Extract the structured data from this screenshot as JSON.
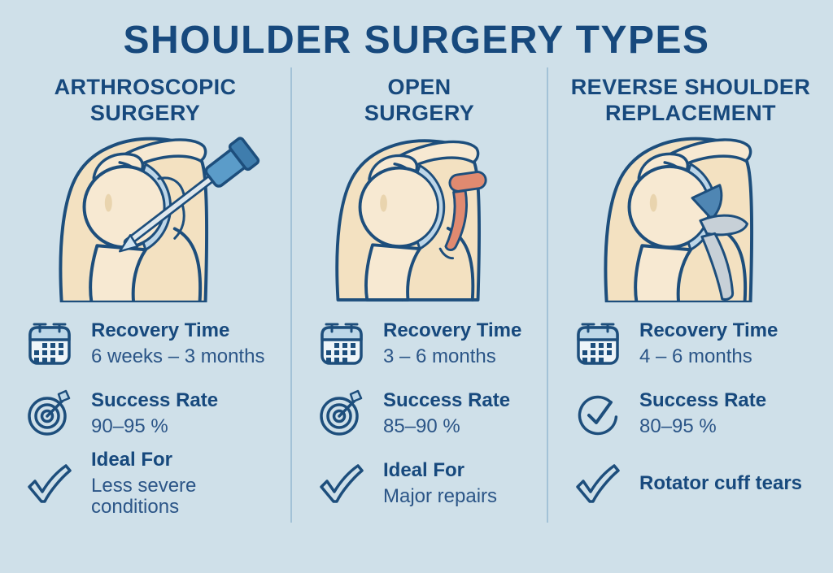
{
  "title": "SHOULDER SURGERY TYPES",
  "colors": {
    "background": "#cfe0e9",
    "navy_text": "#17497d",
    "value_text": "#2b5587",
    "divider": "#a3c2d7",
    "skin": "#f3e1c1",
    "bone": "#f7e9d2",
    "cartilage_blue": "#bdd6e8",
    "instrument_blue": "#5b9cc9",
    "instrument_blue_dark": "#3f7dad",
    "incision_salmon": "#e08a70",
    "implant_gray": "#c7d0d7",
    "implant_blue": "#4f86b3",
    "icon_fill_light": "#eef5f9",
    "icon_band_blue": "#bcd7e8"
  },
  "columns": [
    {
      "title_line1": "ARTHROSCOPIC",
      "title_line2": "SURGERY",
      "illustration": "shoulder joint with arthroscope instrument",
      "stats": [
        {
          "icon": "calendar-icon",
          "label": "Recovery Time",
          "value": "6 weeks – 3 months"
        },
        {
          "icon": "target-arrow-icon",
          "label": "Success Rate",
          "value": "90–95 %"
        },
        {
          "icon": "checkmark-icon",
          "label": "Ideal For",
          "value": "Less severe conditions"
        }
      ]
    },
    {
      "title_line1": "OPEN",
      "title_line2": "SURGERY",
      "illustration": "shoulder joint with open repair of tendon",
      "stats": [
        {
          "icon": "calendar-icon",
          "label": "Recovery Time",
          "value": "3 – 6 months"
        },
        {
          "icon": "target-arrow-icon",
          "label": "Success Rate",
          "value": "85–90 %"
        },
        {
          "icon": "checkmark-icon",
          "label": "Ideal For",
          "value": "Major repairs"
        }
      ]
    },
    {
      "title_line1": "REVERSE SHOULDER",
      "title_line2": "REPLACEMENT",
      "illustration": "shoulder joint with reverse prosthesis implant",
      "stats": [
        {
          "icon": "calendar-icon",
          "label": "Recovery Time",
          "value": "4 – 6 months"
        },
        {
          "icon": "circle-check-icon",
          "label": "Success Rate",
          "value": "80–95 %"
        },
        {
          "icon": "checkmark-icon",
          "label": "Rotator cuff tears",
          "value": ""
        }
      ]
    }
  ]
}
